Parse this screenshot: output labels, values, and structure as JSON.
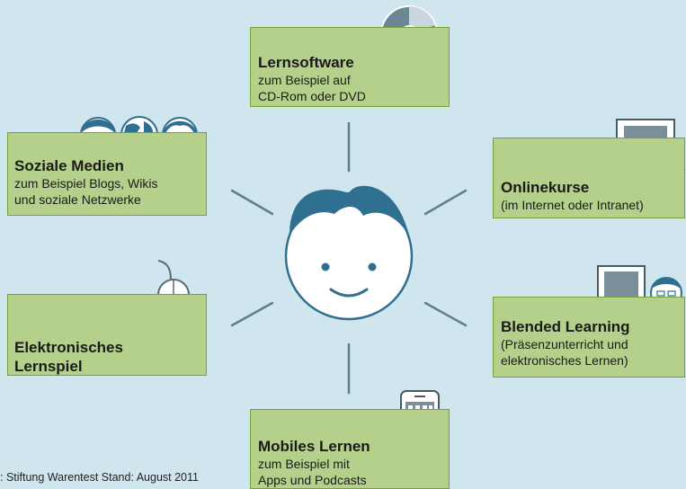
{
  "boxes": {
    "lernsoftware": {
      "title": "Lernsoftware",
      "line1": "zum Beispiel auf",
      "line2": "CD-Rom oder DVD"
    },
    "soziale": {
      "title": "Soziale Medien",
      "line1": "zum Beispiel Blogs, Wikis",
      "line2": "und soziale Netzwerke"
    },
    "online": {
      "title": "Onlinekurse",
      "line1": "(im Internet oder Intranet)"
    },
    "elektronisch": {
      "title1": "Elektronisches",
      "title2": "Lernspiel"
    },
    "blended": {
      "title": "Blended Learning",
      "line1": "(Präsenzunterricht und",
      "line2": "elektronisches Lernen)"
    },
    "mobil": {
      "title": "Mobiles Lernen",
      "line1": "zum Beispiel mit",
      "line2": "Apps und Podcasts"
    }
  },
  "source": ": Stiftung Warentest Stand: August 2011",
  "icons": [
    "cd-icon",
    "people-globe-icon",
    "laptop-icon",
    "mouse-icon",
    "computer-person-icon",
    "smartphone-icon",
    "face-icon"
  ],
  "colors": {
    "background": "#cfe6ef",
    "box_fill": "#b5d08a",
    "box_border": "#76a23c",
    "ray": "#5a7f8f",
    "hair": "#2f6f90"
  }
}
